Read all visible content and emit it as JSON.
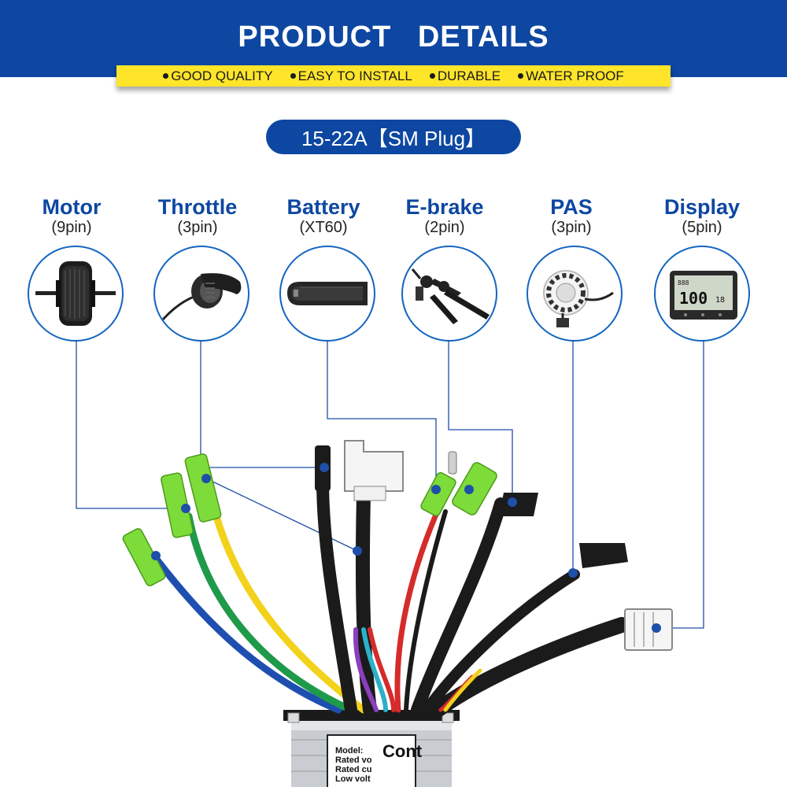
{
  "header": {
    "title": "PRODUCT   DETAILS"
  },
  "features": [
    "GOOD QUALITY",
    "EASY TO INSTALL",
    "DURABLE",
    "WATER PROOF"
  ],
  "spec_pill": "15-22A【SM Plug】",
  "components": [
    {
      "name": "Motor",
      "pin": "(9pin)",
      "icon": "hub-motor-icon"
    },
    {
      "name": "Throttle",
      "pin": "(3pin)",
      "icon": "thumb-throttle-icon"
    },
    {
      "name": "Battery",
      "pin": "(XT60)",
      "icon": "battery-icon"
    },
    {
      "name": "E-brake",
      "pin": "(2pin)",
      "icon": "brake-lever-icon"
    },
    {
      "name": "PAS",
      "pin": "(3pin)",
      "icon": "pas-sensor-icon"
    },
    {
      "name": "Display",
      "pin": "(5pin)",
      "icon": "lcd-display-icon"
    }
  ],
  "display_screen": {
    "speed": "100",
    "digits": "888",
    "small": "18"
  },
  "controller_label": {
    "title": "Cont",
    "lines": [
      "Model:",
      "Rated vo",
      "Rated cu",
      "Low volt"
    ]
  },
  "colors": {
    "brand_blue": "#0d47a1",
    "feature_yellow": "#ffe52a",
    "connector_green": "#7ddc3a",
    "wire_yellow": "#f2d21b",
    "wire_green": "#1e9a4a",
    "wire_blue": "#1e4fb0",
    "wire_red": "#d62b2b",
    "wire_black": "#1b1b1b"
  }
}
